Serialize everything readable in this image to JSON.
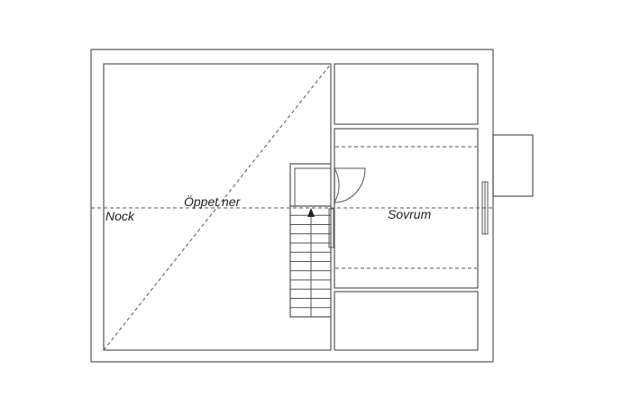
{
  "labels": {
    "ridge": "Nock",
    "open_below": "Öppet ner",
    "bedroom": "Sovrum"
  },
  "colors": {
    "line": "#555555",
    "text": "#222222",
    "background": "#ffffff"
  },
  "stairs": {
    "direction": "up-arrow",
    "step_count": 12
  }
}
